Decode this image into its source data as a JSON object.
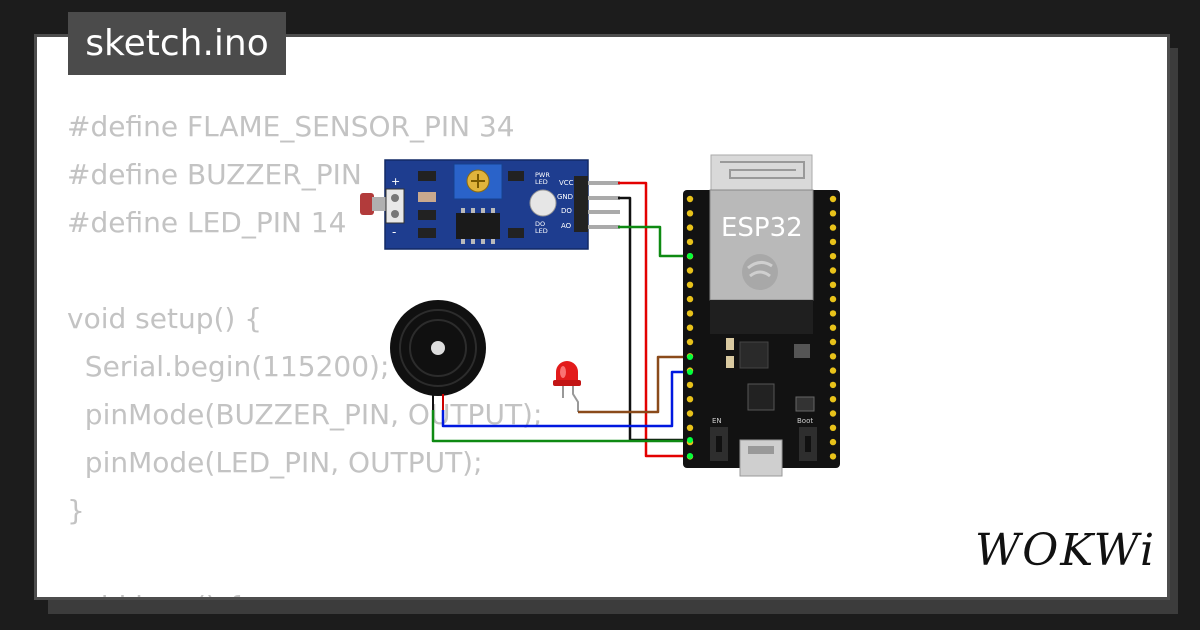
{
  "window": {
    "tab_title": "sketch.ino",
    "brand": "WOKWi"
  },
  "code": {
    "lines": [
      "#define FLAME_SENSOR_PIN 34",
      "#define BUZZER_PIN",
      "#define LED_PIN 14",
      "",
      "void setup() {",
      "  Serial.begin(115200);",
      "  pinMode(BUZZER_PIN, OUTPUT);",
      "  pinMode(LED_PIN, OUTPUT);",
      "}",
      "",
      "void loop() {"
    ]
  },
  "sensor": {
    "power_led_label": [
      "PWR",
      "LED"
    ],
    "do_led_label": [
      "DO",
      "LED"
    ],
    "pins": [
      "VCC",
      "GND",
      "DO",
      "AO"
    ],
    "plus": "+",
    "minus": "-"
  },
  "board": {
    "chip_label": "ESP32",
    "en_label": "EN",
    "boot_label": "Boot"
  },
  "wire_colors": {
    "red": "#e30000",
    "black": "#111111",
    "green": "#0e8a12",
    "blue": "#0018e0",
    "brown": "#8a4a1a"
  }
}
